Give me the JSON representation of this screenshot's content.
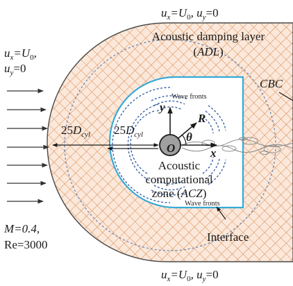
{
  "top_bc": {
    "lead": "u",
    "s1": "x",
    "eq1": "=U",
    "s2": "0",
    "mid": ", u",
    "s3": "y",
    "eq2": "=0"
  },
  "bottom_bc": {
    "lead": "u",
    "s1": "x",
    "eq1": "=U",
    "s2": "0",
    "mid": ", u",
    "s3": "y",
    "eq2": "=0"
  },
  "inlet_bc": {
    "l1_lead": "u",
    "l1_s": "x",
    "l1_eq": "=U",
    "l1_s2": "0",
    "l1_tail": ",",
    "l2_lead": "u",
    "l2_s": "y",
    "l2_tail": "=0"
  },
  "adl": {
    "line1": "Acoustic damping layer",
    "line2_open": "(",
    "line2_abbr": "ADL",
    "line2_close": ")"
  },
  "cbc": "CBC",
  "acz": {
    "line1": "Acoustic",
    "line2": "computational",
    "line3_open": "zone (",
    "line3_abbr": "ACZ",
    "line3_close": ")"
  },
  "wave_fronts_top": "Wave fronts",
  "wave_fronts_bottom": "Wave fronts",
  "interface": "Interface",
  "flow": {
    "mach": "M=0.4,",
    "reynolds": "Re=3000"
  },
  "dim_outer": {
    "num": "25",
    "d": "D",
    "sub": "cyl"
  },
  "dim_inner": {
    "num": "25",
    "d": "D",
    "sub": "cyl"
  },
  "axes": {
    "y": "y",
    "x": "x",
    "r": "R",
    "theta": "θ",
    "origin": "O"
  },
  "colors": {
    "hatch": "#d88a52",
    "fill": "#fbe8da",
    "interface": "#35a9d8",
    "ink": "#1a1a1a",
    "circle_grey": "#9a9a9a"
  }
}
